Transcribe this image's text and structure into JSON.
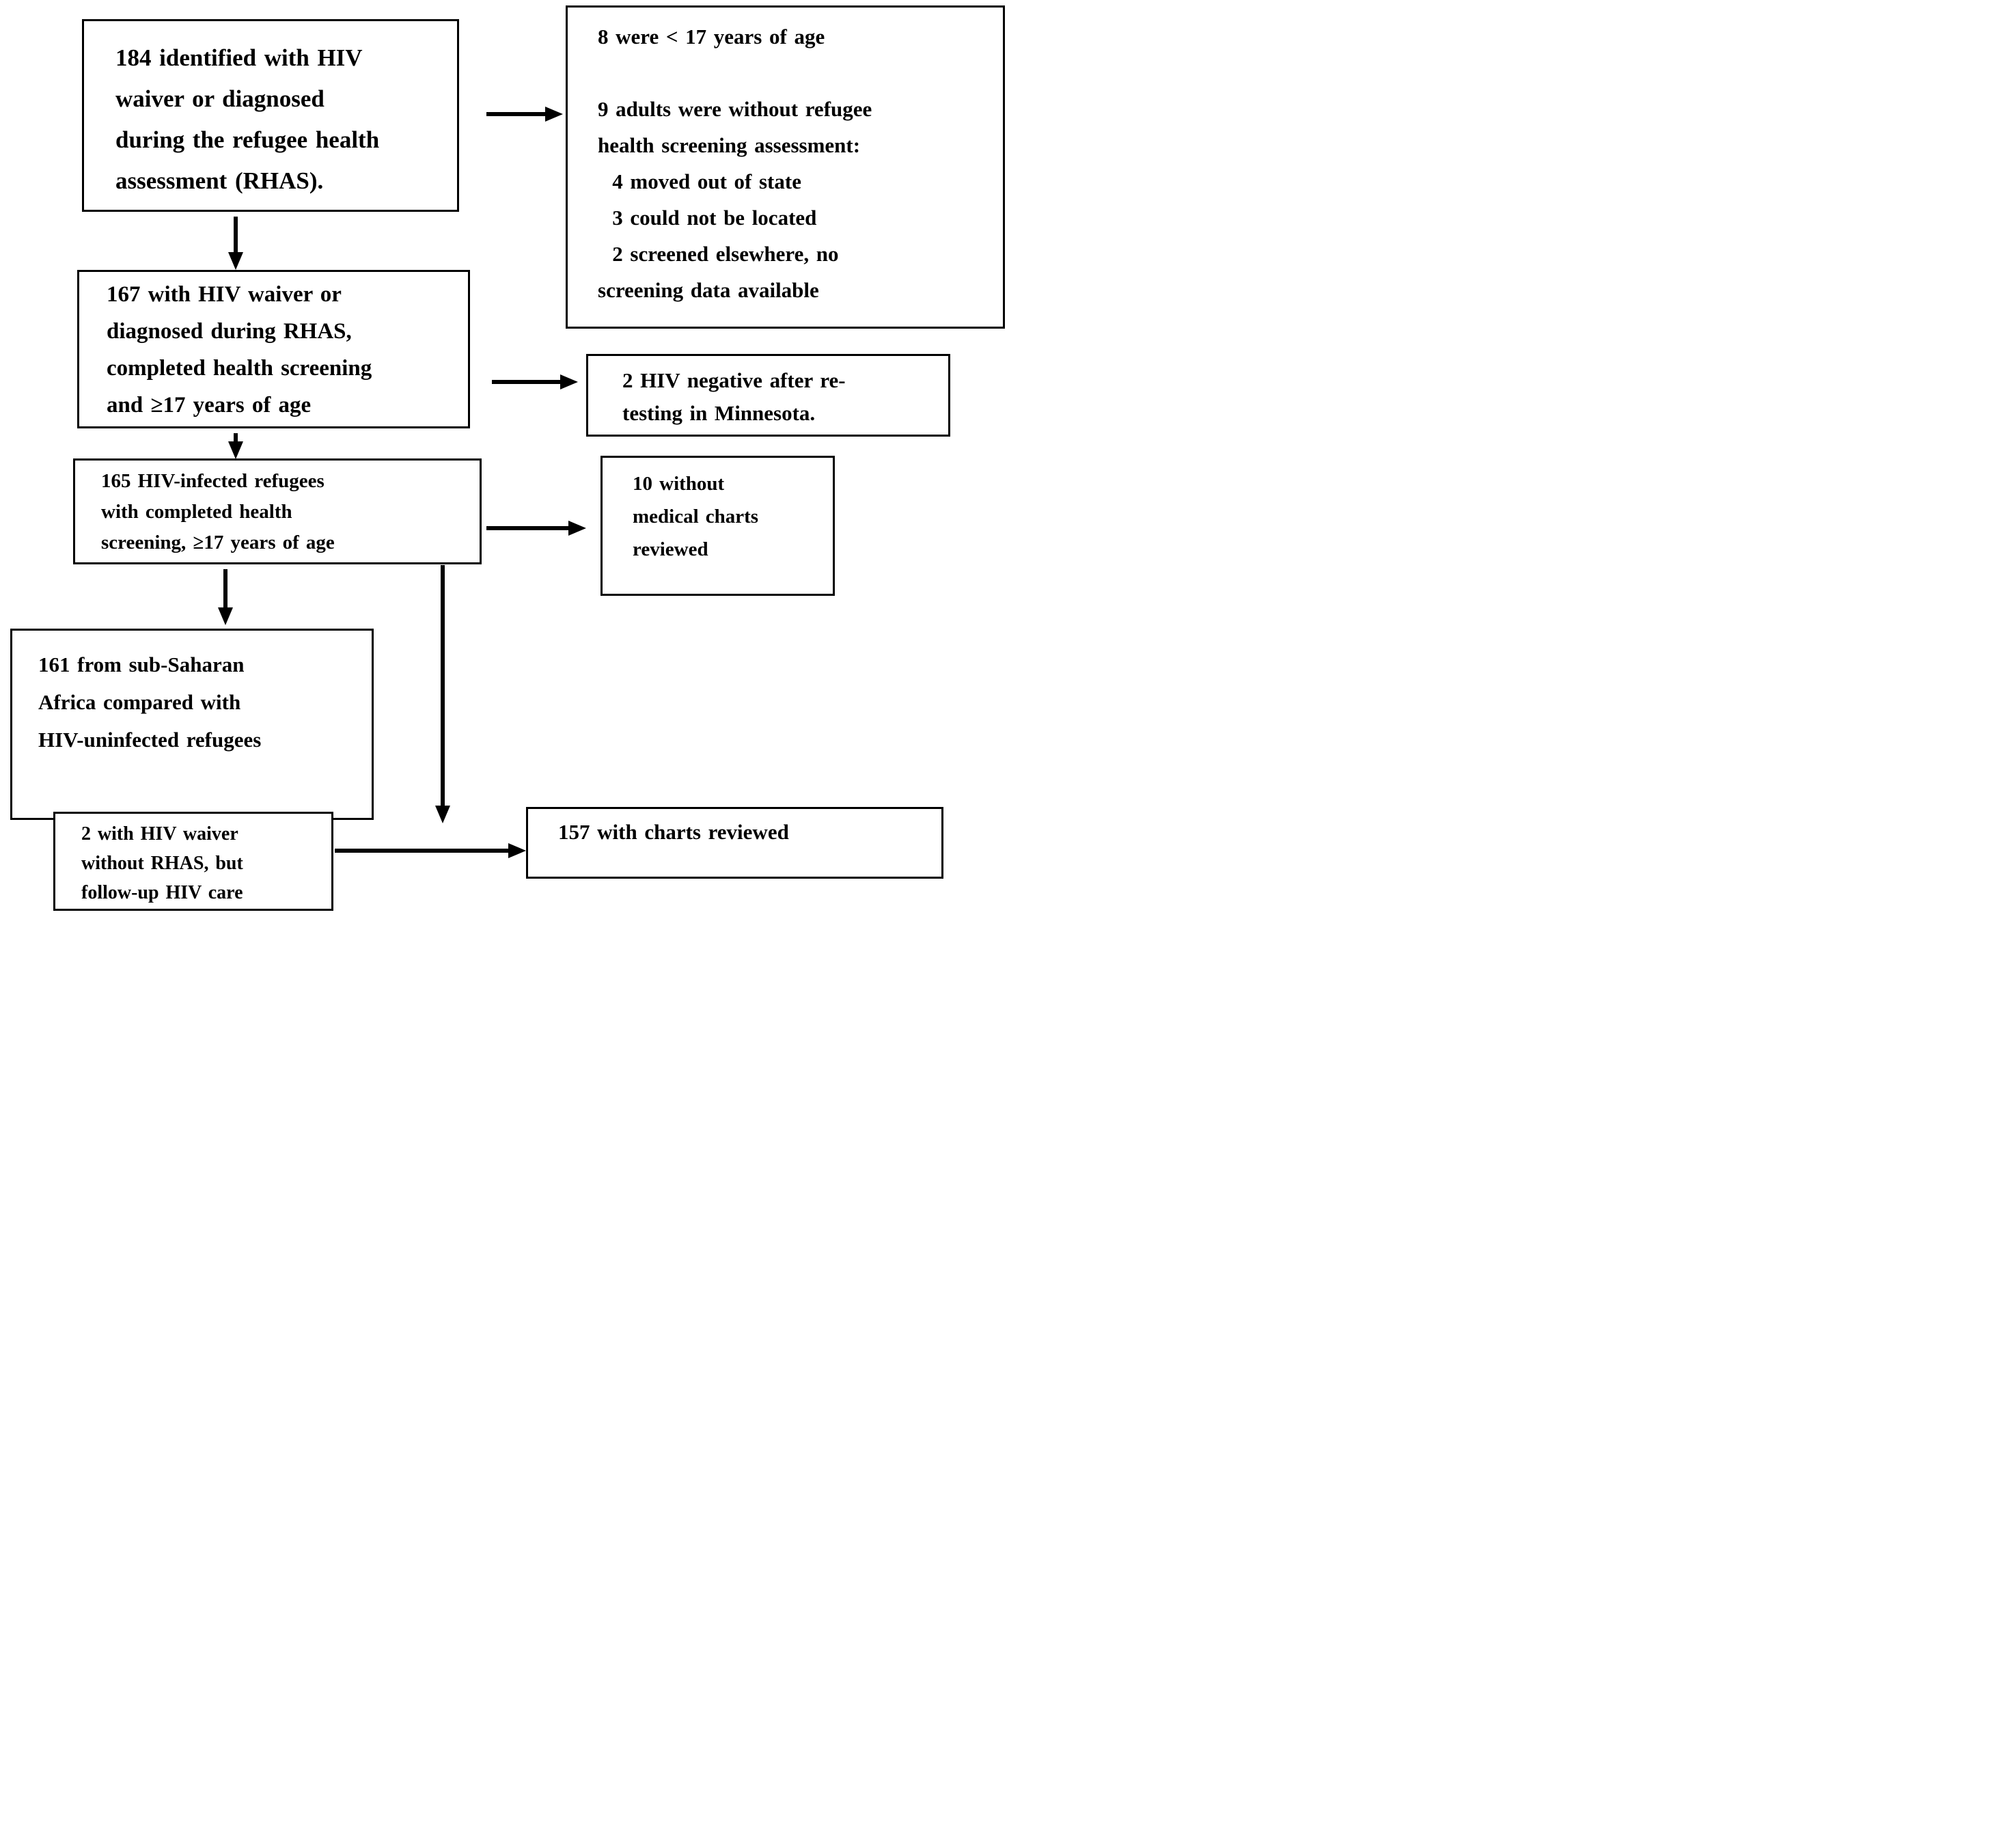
{
  "colors": {
    "background": "#ffffff",
    "line": "#000000",
    "text": "#000000"
  },
  "boxes": {
    "b184": {
      "lines": [
        "184 identified with HIV",
        "waiver or diagnosed",
        "during the refugee health",
        "assessment (RHAS)."
      ]
    },
    "excl1": {
      "lines": [
        "8 were < 17 years of age",
        "",
        "9 adults were without refugee",
        "health screening assessment:",
        "  4 moved out of state",
        "  3 could not be located",
        "  2 screened elsewhere, no",
        "screening data available"
      ]
    },
    "b167": {
      "lines": [
        "167 with HIV waiver or",
        "diagnosed during RHAS,",
        "completed health screening",
        "and ≥17 years of age"
      ]
    },
    "excl2": {
      "lines": [
        "2 HIV negative after re-",
        "testing in Minnesota."
      ]
    },
    "b165": {
      "lines": [
        "165 HIV-infected refugees",
        "with completed health",
        "screening, ≥17 years of age"
      ]
    },
    "excl3": {
      "lines": [
        "10 without",
        "medical charts",
        "reviewed"
      ]
    },
    "b161": {
      "lines": [
        "161 from sub-Saharan",
        "Africa compared with",
        "HIV-uninfected refugees"
      ]
    },
    "b2w": {
      "lines": [
        "2 with HIV waiver",
        "without RHAS, but",
        "follow-up HIV care"
      ]
    },
    "b157": {
      "lines": [
        "157 with charts reviewed"
      ]
    }
  },
  "arrows": [
    {
      "name": "arrow-184-to-exclusions",
      "from": "b184",
      "to": "excl1",
      "direction": "right"
    },
    {
      "name": "arrow-184-down-to-167",
      "from": "b184",
      "to": "b167",
      "direction": "down"
    },
    {
      "name": "arrow-167-to-hiv-negative",
      "from": "b167",
      "to": "excl2",
      "direction": "right"
    },
    {
      "name": "arrow-167-down-to-165",
      "from": "b167",
      "to": "b165",
      "direction": "down"
    },
    {
      "name": "arrow-165-to-no-charts",
      "from": "b165",
      "to": "excl3",
      "direction": "right"
    },
    {
      "name": "arrow-165-down-to-161",
      "from": "b165",
      "to": "b161",
      "direction": "down"
    },
    {
      "name": "arrow-165-down-to-157",
      "from": "b165",
      "to": "b157",
      "direction": "down"
    },
    {
      "name": "arrow-2waiver-to-157",
      "from": "b2w",
      "to": "b157",
      "direction": "right"
    }
  ]
}
